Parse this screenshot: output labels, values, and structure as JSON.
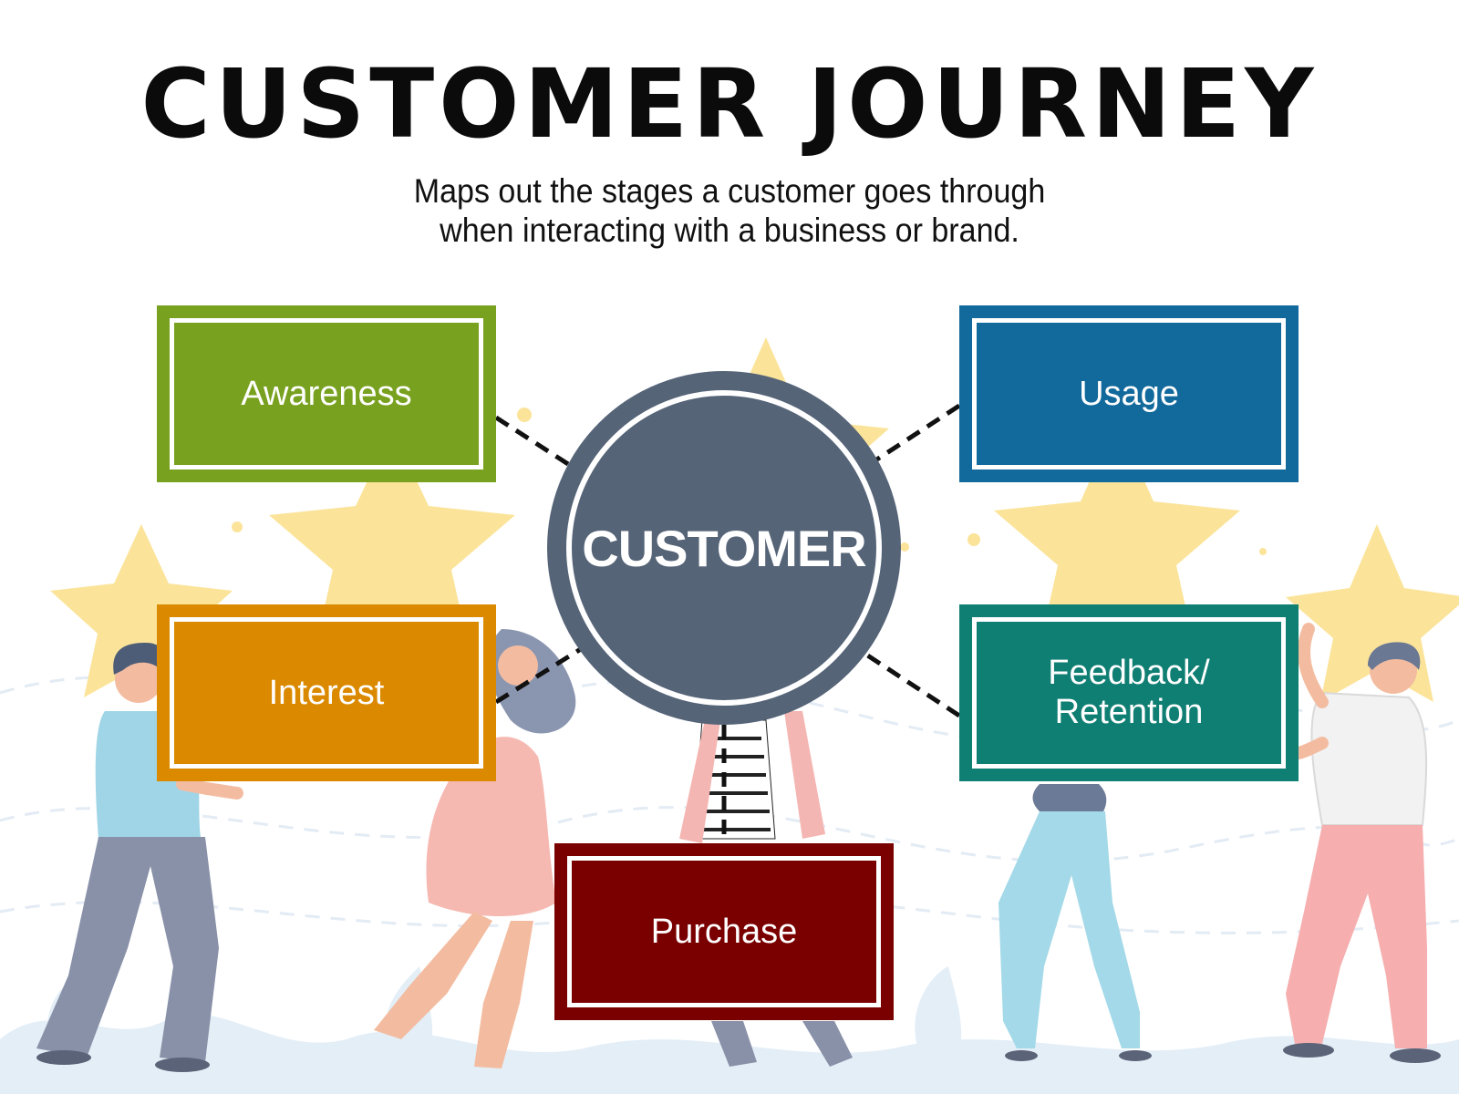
{
  "title": "CUSTOMER JOURNEY",
  "subtitle": "Maps out the stages a customer goes through\nwhen interacting with a business or brand.",
  "hub": {
    "label": "CUSTOMER",
    "color": "#566478"
  },
  "stages": [
    {
      "label": "Awareness",
      "color": "#78a11f"
    },
    {
      "label": "Interest",
      "color": "#db8a00"
    },
    {
      "label": "Purchase",
      "color": "#7a0000"
    },
    {
      "label": "Usage",
      "color": "#12699b"
    },
    {
      "label": "Feedback/\nRetention",
      "color": "#0f7e73"
    }
  ],
  "colors": {
    "star": "#fbe59a",
    "connector": "#111111",
    "background_curves": "#dfe9f3"
  }
}
